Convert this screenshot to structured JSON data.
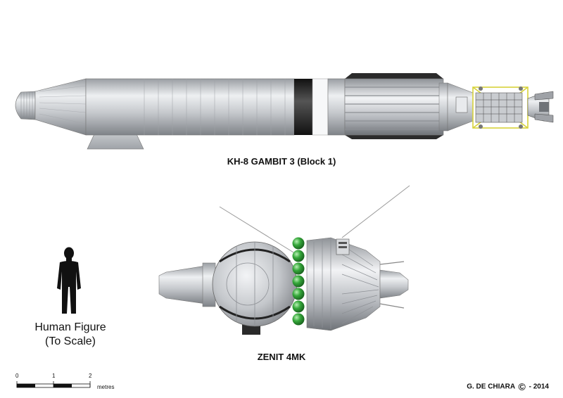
{
  "labels": {
    "spacecraft_1": "KH-8 GAMBIT 3 (Block 1)",
    "spacecraft_2": "ZENIT 4MK",
    "human_line1": "Human Figure",
    "human_line2": "(To Scale)"
  },
  "scale": {
    "ticks": [
      "0",
      "1",
      "2"
    ],
    "unit": "metres"
  },
  "credit": {
    "author": "G. DE CHIARA",
    "symbol": "©",
    "year": "2014"
  },
  "colors": {
    "hull_light": "#e2e4e7",
    "hull_mid": "#b9bcc1",
    "hull_dark": "#8c8f94",
    "band_black": "#2a2a2a",
    "sphere_green": "#2f9a35",
    "frame_yellow": "#d7d23a",
    "silhouette": "#111111"
  }
}
